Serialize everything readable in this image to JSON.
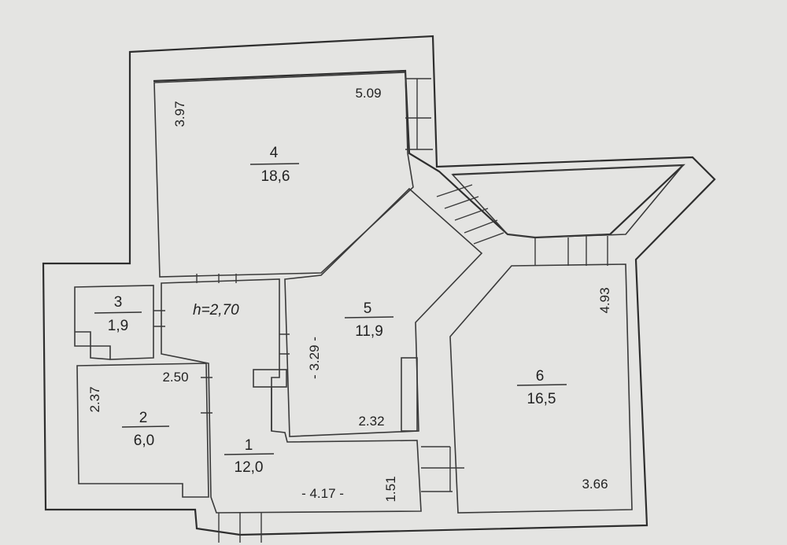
{
  "ceiling_height": "h=2,70",
  "rooms": [
    {
      "number": "1",
      "area": "12,0"
    },
    {
      "number": "2",
      "area": "6,0"
    },
    {
      "number": "3",
      "area": "1,9"
    },
    {
      "number": "4",
      "area": "18,6"
    },
    {
      "number": "5",
      "area": "11,9"
    },
    {
      "number": "6",
      "area": "16,5"
    }
  ],
  "dimensions": {
    "room4_height": "3.97",
    "room4_width": "5.09",
    "room5_height": "- 3.29 -",
    "room5_width": "2.32",
    "room2_height": "2.37",
    "room2_width": "2.50",
    "room1_width": "- 4.17 -",
    "room1_small": "1.51",
    "room6_height": "4.93",
    "room6_width": "3.66"
  }
}
